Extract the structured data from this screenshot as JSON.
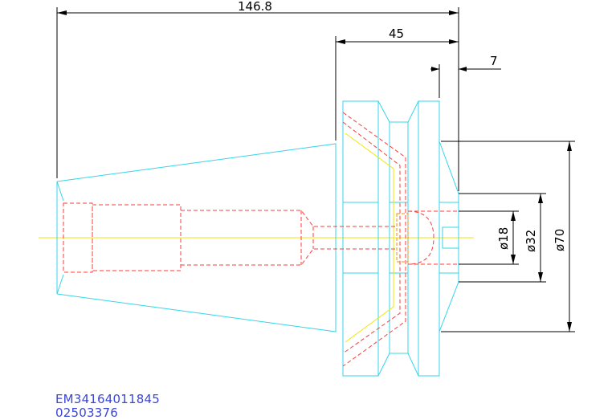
{
  "colors": {
    "outline": "#33d6e8",
    "hidden": "#ff3b3b",
    "center": "#f2e600",
    "dimension": "#000000",
    "label": "#3a46d6",
    "accent": "#ff8a00"
  },
  "dimensions": {
    "overall_length": "146.8",
    "flange_length": "45",
    "step_length": "7",
    "dia_small": "ø18",
    "dia_mid": "ø32",
    "dia_large": "ø70"
  },
  "labels": {
    "part_number": "EM34164011845",
    "serial": "02503376"
  }
}
